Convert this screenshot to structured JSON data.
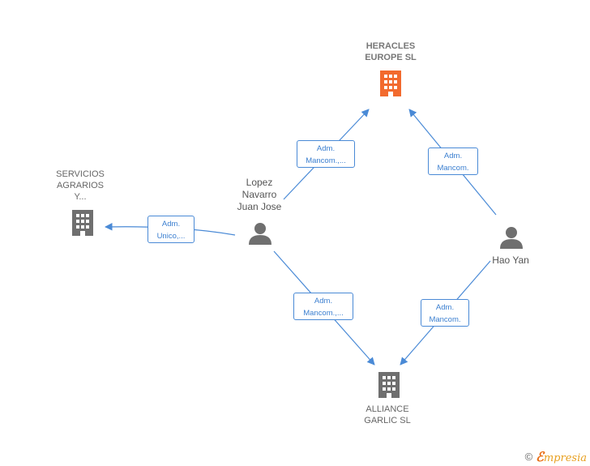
{
  "colors": {
    "accent": "#f26a2e",
    "node": "#6f6f6f",
    "edge": "#4a8ad6"
  },
  "nodes": {
    "heracles": {
      "label": "HERACLES\nEUROPE  SL",
      "icon": "building-icon",
      "highlight": true
    },
    "servicios": {
      "label": "SERVICIOS\nAGRARIOS\nY...",
      "icon": "building-icon"
    },
    "alliance": {
      "label": "ALLIANCE\nGARLIC  SL",
      "icon": "building-icon"
    },
    "lopez": {
      "label": "Lopez\nNavarro\nJuan Jose",
      "icon": "person-icon"
    },
    "hao": {
      "label": "Hao Yan",
      "icon": "person-icon"
    }
  },
  "edges": {
    "lopez_heracles": "Adm.\nMancom.,...",
    "hao_heracles": "Adm.\nMancom.",
    "lopez_servicios": "Adm.\nUnico,...",
    "lopez_alliance": "Adm.\nMancom.,...",
    "hao_alliance": "Adm.\nMancom."
  },
  "footer": {
    "copyright_symbol": "©",
    "brand_initial": "ℰ",
    "brand_rest": "mpresia"
  }
}
